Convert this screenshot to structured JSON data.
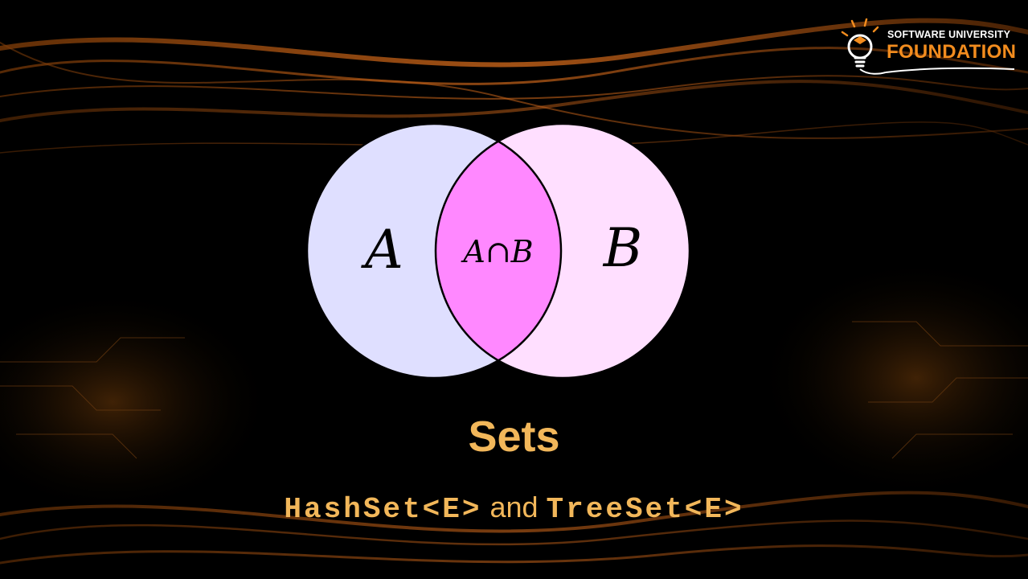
{
  "logo": {
    "line1": "SOFTWARE UNIVERSITY",
    "line2": "FOUNDATION"
  },
  "diagram": {
    "set_a_label": "A",
    "intersection_label": "A∩B",
    "set_b_label": "B",
    "colors": {
      "set_a_fill": "#dfdfff",
      "set_b_fill": "#ffdfff",
      "intersection_fill": "#ff88ff"
    }
  },
  "slide": {
    "title": "Sets",
    "subtitle_part1": "HashSet<E>",
    "subtitle_part2": " and ",
    "subtitle_part3": "TreeSet<E>"
  },
  "colors": {
    "title_color": "#f2b75a",
    "accent_orange": "#f28c1e"
  }
}
